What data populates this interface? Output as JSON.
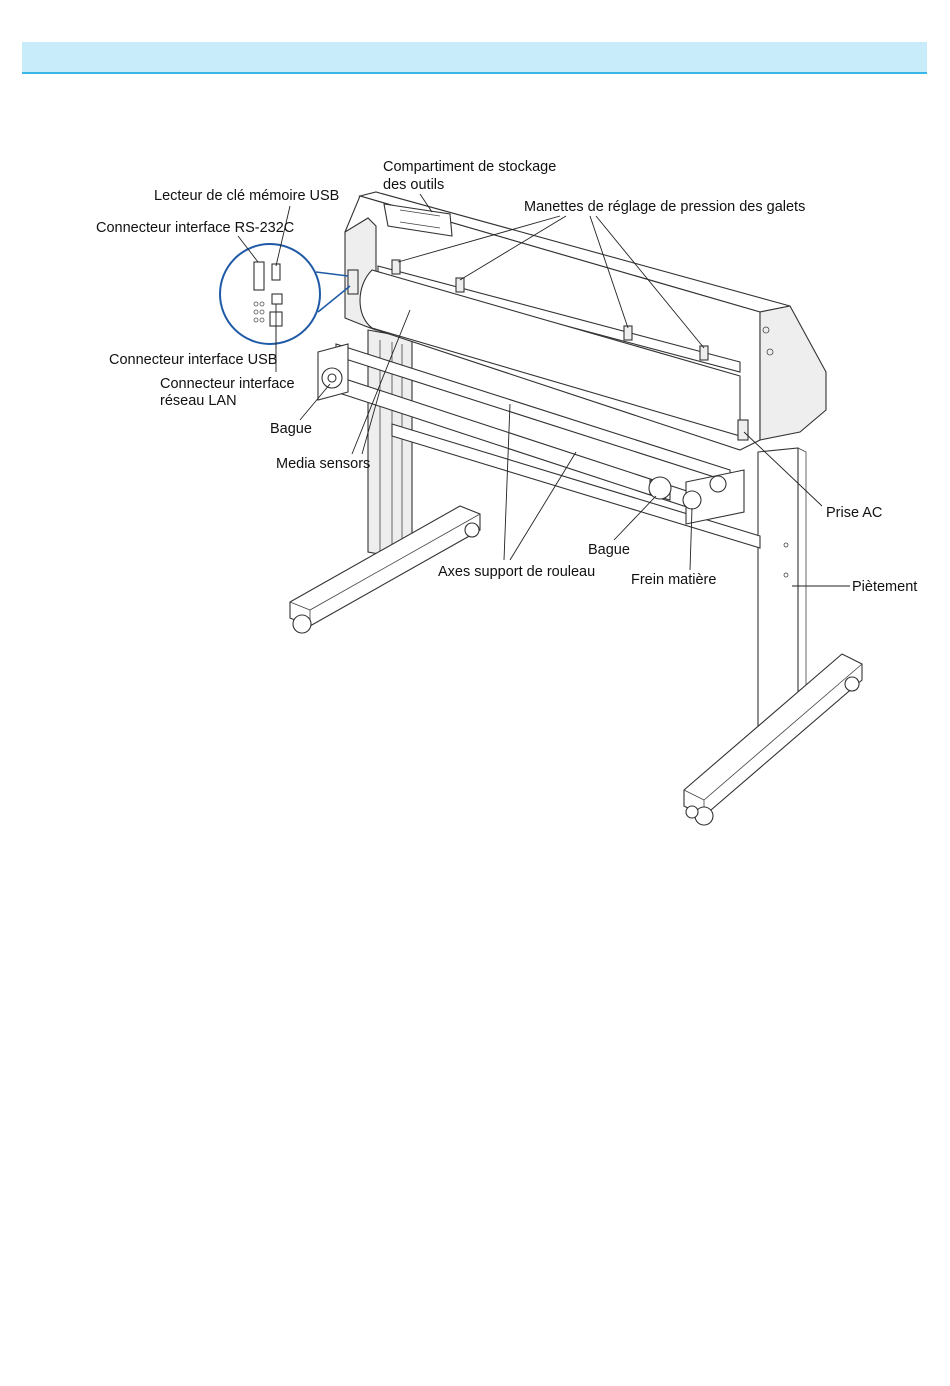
{
  "header": {
    "title": ""
  },
  "labels": {
    "tool_storage_line1": "Compartiment de stockage",
    "tool_storage_line2": "des outils",
    "usb_memory_reader": "Lecteur de clé mémoire USB",
    "pressure_levers": "Manettes de réglage de pression des galets",
    "rs232c": "Connecteur interface RS-232C",
    "usb_interface": "Connecteur interface USB",
    "lan_line1": "Connecteur interface",
    "lan_line2": "réseau LAN",
    "ring_left": "Bague",
    "media_sensors": "Media sensors",
    "ac_socket": "Prise AC",
    "ring_right": "Bague",
    "roll_axes": "Axes support de rouleau",
    "media_brake": "Frein matière",
    "stand": "Piètement"
  },
  "colors": {
    "header_fill": "#c9ecfb",
    "header_rule": "#38b7e6",
    "callout_circle": "#1f5aa6"
  }
}
